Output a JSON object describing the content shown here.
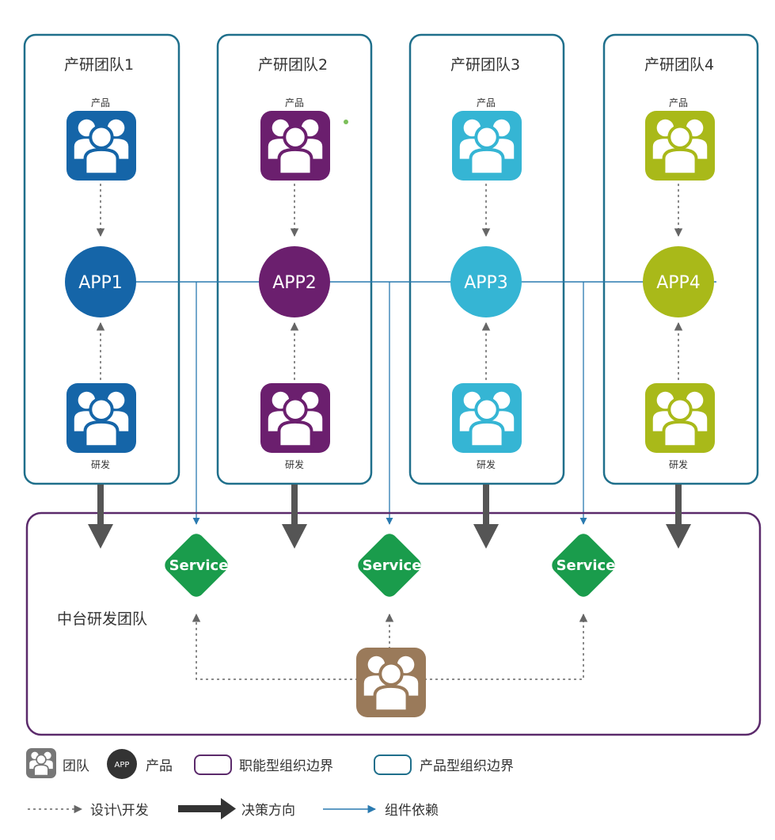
{
  "teams": [
    {
      "title": "产研团队1",
      "product_label": "产品",
      "app_label": "APP1",
      "dev_label": "研发",
      "color": "#1565a8"
    },
    {
      "title": "产研团队2",
      "product_label": "产品",
      "app_label": "APP2",
      "dev_label": "研发",
      "color": "#6b1f6e"
    },
    {
      "title": "产研团队3",
      "product_label": "产品",
      "app_label": "APP3",
      "dev_label": "研发",
      "color": "#35b5d4"
    },
    {
      "title": "产研团队4",
      "product_label": "产品",
      "app_label": "APP4",
      "dev_label": "研发",
      "color": "#a9b919"
    }
  ],
  "platform": {
    "title": "中台研发团队",
    "services": [
      "Service",
      "Service",
      "Service"
    ],
    "service_color": "#1a9c4c",
    "team_color": "#9a7a5a",
    "border_color": "#5b2a6b"
  },
  "legend": {
    "team": "团队",
    "app_badge": "APP",
    "product": "产品",
    "functional_boundary": "职能型组织边界",
    "product_boundary": "产品型组织边界",
    "design_dev": "设计\\开发",
    "decision": "决策方向",
    "component_dep": "组件依赖"
  },
  "colors": {
    "team_border": "#1f6f8b",
    "link_line": "#2a7ab0",
    "decision_arrow": "#555555",
    "dotted": "#666666"
  }
}
